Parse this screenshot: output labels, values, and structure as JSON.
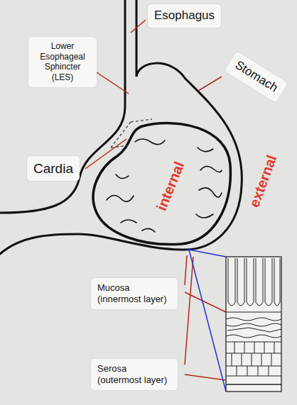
{
  "diagram": {
    "nodes": [
      {
        "text": [
          "Esophagus"
        ]
      },
      {
        "text": [
          "Lower Esophageal Sphincter (LES)"
        ]
      },
      {
        "text": [
          "Stomach"
        ]
      },
      {
        "text": [
          "Cardia"
        ]
      },
      {
        "text": [
          "Mucosa (innermost layer)"
        ]
      },
      {
        "text": [
          "Serosa (outermost layer)"
        ]
      }
    ],
    "labels": [
      "internal",
      "external"
    ]
  }
}
